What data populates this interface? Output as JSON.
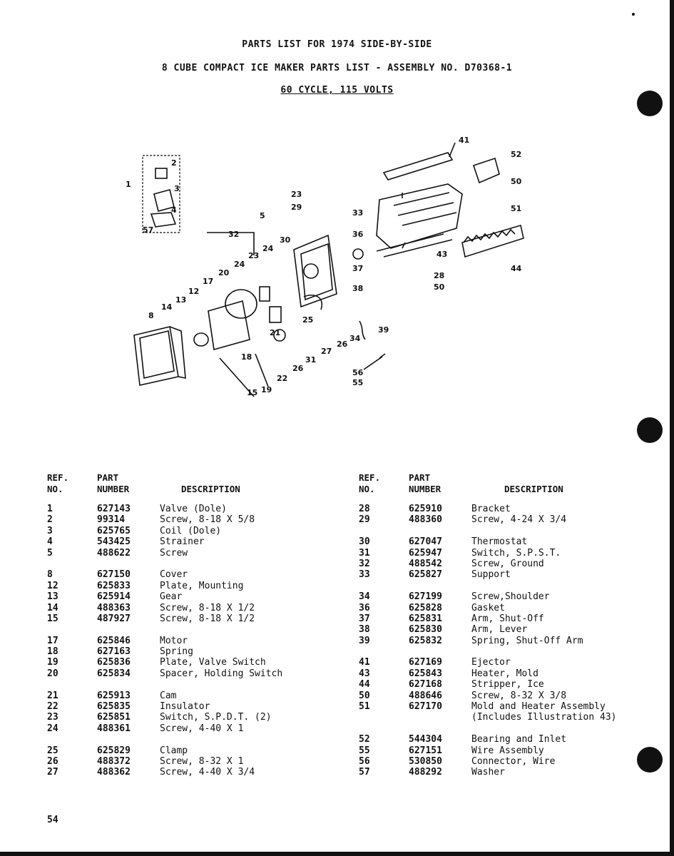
{
  "header": {
    "line1": "PARTS LIST FOR 1974 SIDE-BY-SIDE",
    "line2": "8 CUBE COMPACT ICE MAKER PARTS LIST - ASSEMBLY NO. D70368-1",
    "line3": "60 CYCLE, 115 VOLTS"
  },
  "diagram": {
    "callouts": [
      "41",
      "52",
      "50",
      "51",
      "44",
      "43",
      "28",
      "50",
      "39",
      "38",
      "37",
      "36",
      "33",
      "23",
      "29",
      "5",
      "32",
      "23",
      "24",
      "30",
      "24",
      "20",
      "17",
      "12",
      "13",
      "14",
      "8",
      "15",
      "18",
      "19",
      "22",
      "21",
      "25",
      "26",
      "27",
      "31",
      "26",
      "34",
      "56",
      "55",
      "1",
      "2",
      "3",
      "4",
      "57"
    ]
  },
  "table": {
    "columns": {
      "ref": "REF.\nNO.",
      "part": "PART\nNUMBER",
      "desc": "DESCRIPTION"
    },
    "left": [
      [
        {
          "ref": "1",
          "part": "627143",
          "desc": "Valve (Dole)"
        },
        {
          "ref": "2",
          "part": "99314",
          "desc": "Screw, 8-18 X 5/8"
        },
        {
          "ref": "3",
          "part": "625765",
          "desc": "Coil (Dole)"
        },
        {
          "ref": "4",
          "part": "543425",
          "desc": "Strainer"
        },
        {
          "ref": "5",
          "part": "488622",
          "desc": "Screw"
        }
      ],
      [
        {
          "ref": "8",
          "part": "627150",
          "desc": "Cover"
        },
        {
          "ref": "12",
          "part": "625833",
          "desc": "Plate, Mounting"
        },
        {
          "ref": "13",
          "part": "625914",
          "desc": "Gear"
        },
        {
          "ref": "14",
          "part": "488363",
          "desc": "Screw, 8-18 X 1/2"
        },
        {
          "ref": "15",
          "part": "487927",
          "desc": "Screw, 8-18 X 1/2"
        }
      ],
      [
        {
          "ref": "17",
          "part": "625846",
          "desc": "Motor"
        },
        {
          "ref": "18",
          "part": "627163",
          "desc": "Spring"
        },
        {
          "ref": "19",
          "part": "625836",
          "desc": "Plate, Valve Switch"
        },
        {
          "ref": "20",
          "part": "625834",
          "desc": "Spacer, Holding Switch"
        }
      ],
      [
        {
          "ref": "21",
          "part": "625913",
          "desc": "Cam"
        },
        {
          "ref": "22",
          "part": "625835",
          "desc": "Insulator"
        },
        {
          "ref": "23",
          "part": "625851",
          "desc": "Switch, S.P.D.T. (2)"
        },
        {
          "ref": "24",
          "part": "488361",
          "desc": "Screw, 4-40 X 1"
        }
      ],
      [
        {
          "ref": "25",
          "part": "625829",
          "desc": "Clamp"
        },
        {
          "ref": "26",
          "part": "488372",
          "desc": "Screw, 8-32 X 1"
        },
        {
          "ref": "27",
          "part": "488362",
          "desc": "Screw, 4-40 X 3/4"
        }
      ]
    ],
    "right": [
      [
        {
          "ref": "28",
          "part": "625910",
          "desc": "Bracket"
        },
        {
          "ref": "29",
          "part": "488360",
          "desc": "Screw, 4-24 X 3/4"
        }
      ],
      [
        {
          "ref": "30",
          "part": "627047",
          "desc": "Thermostat"
        },
        {
          "ref": "31",
          "part": "625947",
          "desc": "Switch, S.P.S.T."
        },
        {
          "ref": "32",
          "part": "488542",
          "desc": "Screw, Ground"
        },
        {
          "ref": "33",
          "part": "625827",
          "desc": "Support"
        }
      ],
      [
        {
          "ref": "34",
          "part": "627199",
          "desc": "Screw,Shoulder"
        },
        {
          "ref": "36",
          "part": "625828",
          "desc": "Gasket"
        },
        {
          "ref": "37",
          "part": "625831",
          "desc": "Arm, Shut-Off"
        },
        {
          "ref": "38",
          "part": "625830",
          "desc": "Arm, Lever"
        },
        {
          "ref": "39",
          "part": "625832",
          "desc": "Spring, Shut-Off Arm"
        }
      ],
      [
        {
          "ref": "41",
          "part": "627169",
          "desc": "Ejector"
        },
        {
          "ref": "43",
          "part": "625843",
          "desc": "Heater, Mold"
        },
        {
          "ref": "44",
          "part": "627168",
          "desc": "Stripper, Ice"
        },
        {
          "ref": "50",
          "part": "488646",
          "desc": "Screw, 8-32 X 3/8"
        },
        {
          "ref": "51",
          "part": "627170",
          "desc": "Mold and Heater Assembly"
        },
        {
          "ref": "",
          "part": "",
          "desc": "(Includes Illustration 43)"
        }
      ],
      [
        {
          "ref": "52",
          "part": "544304",
          "desc": "Bearing and Inlet"
        },
        {
          "ref": "55",
          "part": "627151",
          "desc": "Wire Assembly"
        },
        {
          "ref": "56",
          "part": "530850",
          "desc": "Connector, Wire"
        },
        {
          "ref": "57",
          "part": "488292",
          "desc": "Washer"
        }
      ]
    ]
  },
  "footer": {
    "page_number": "54"
  }
}
